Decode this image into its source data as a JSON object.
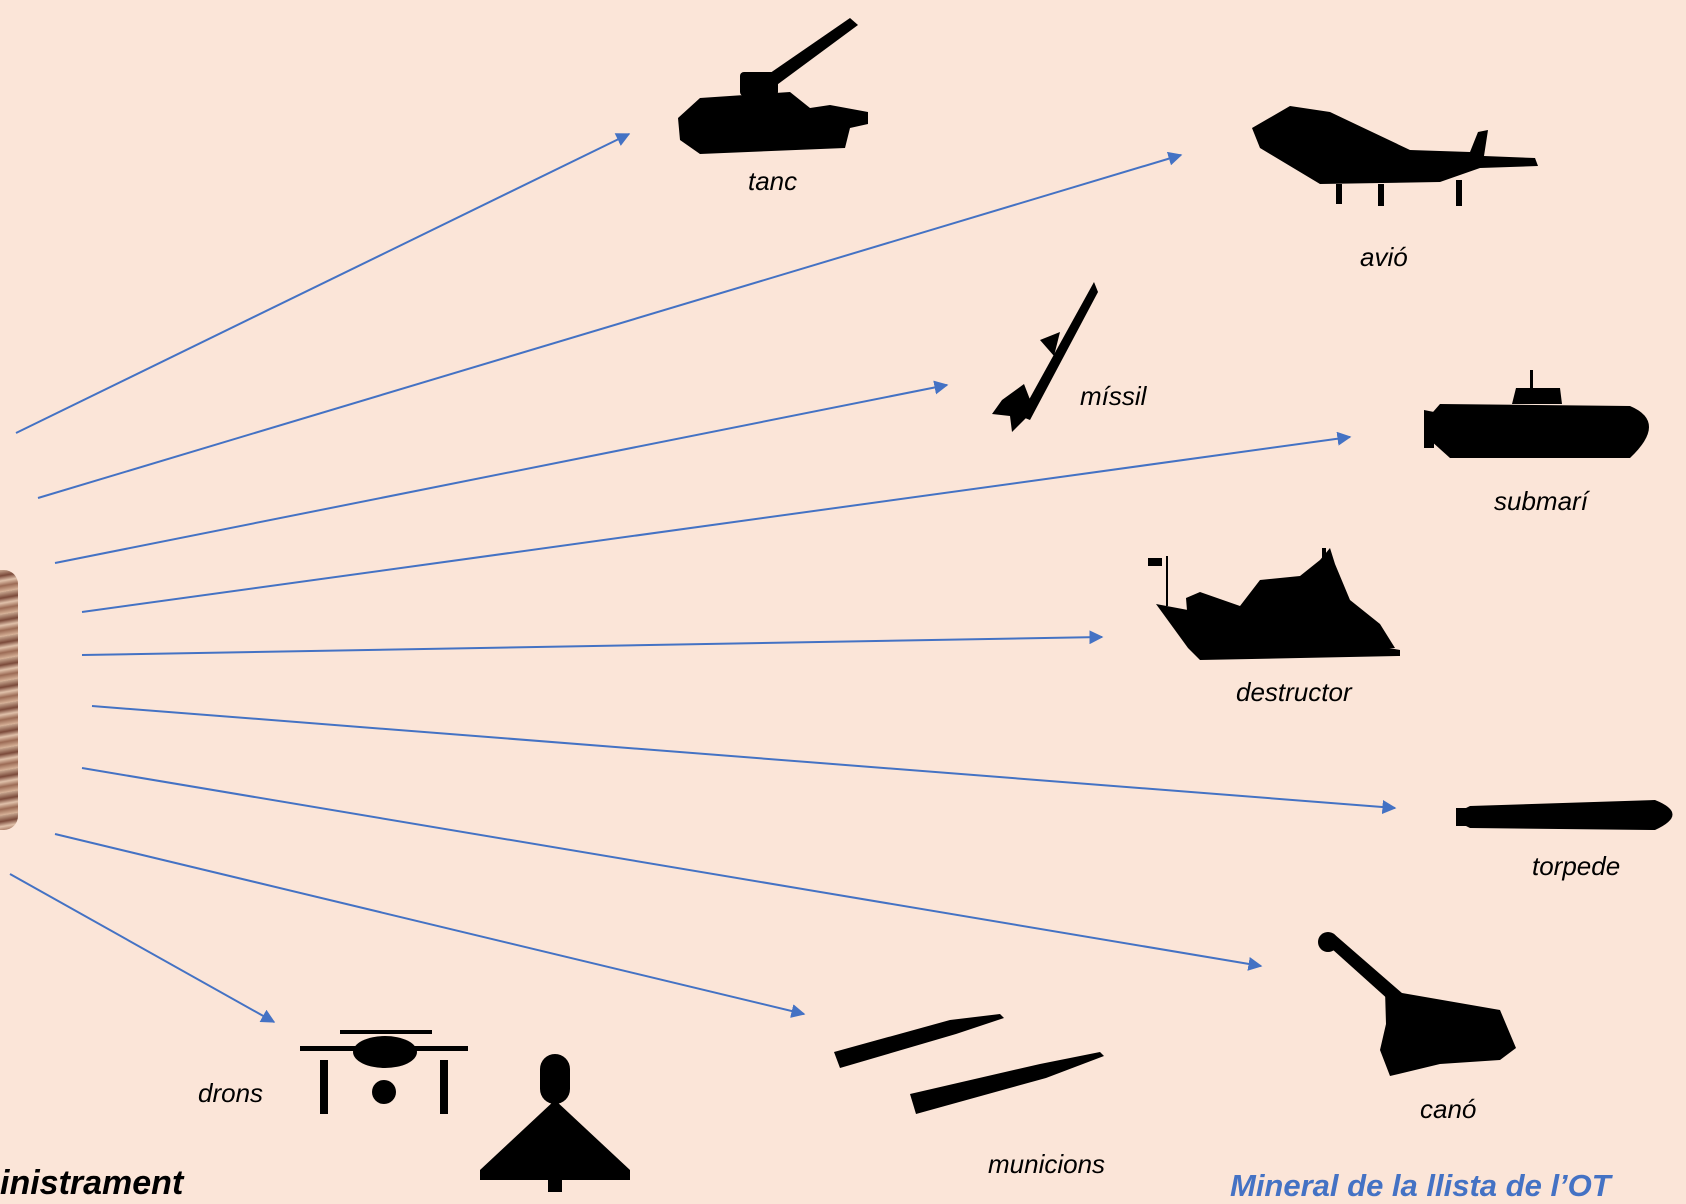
{
  "labels": {
    "tanc": "tanc",
    "avio": "avió",
    "missil": "míssil",
    "submari": "submarí",
    "destructor": "destructor",
    "torpede": "torpede",
    "cano": "canó",
    "municions": "municions",
    "drons": "drons"
  },
  "footer": {
    "left": "inistrament",
    "right": "Mineral de la llista de l’OT"
  },
  "colors": {
    "background": "#fbe5d8",
    "arrow": "#4472c4",
    "silhouette": "#000000",
    "footer_right": "#4472c4"
  }
}
